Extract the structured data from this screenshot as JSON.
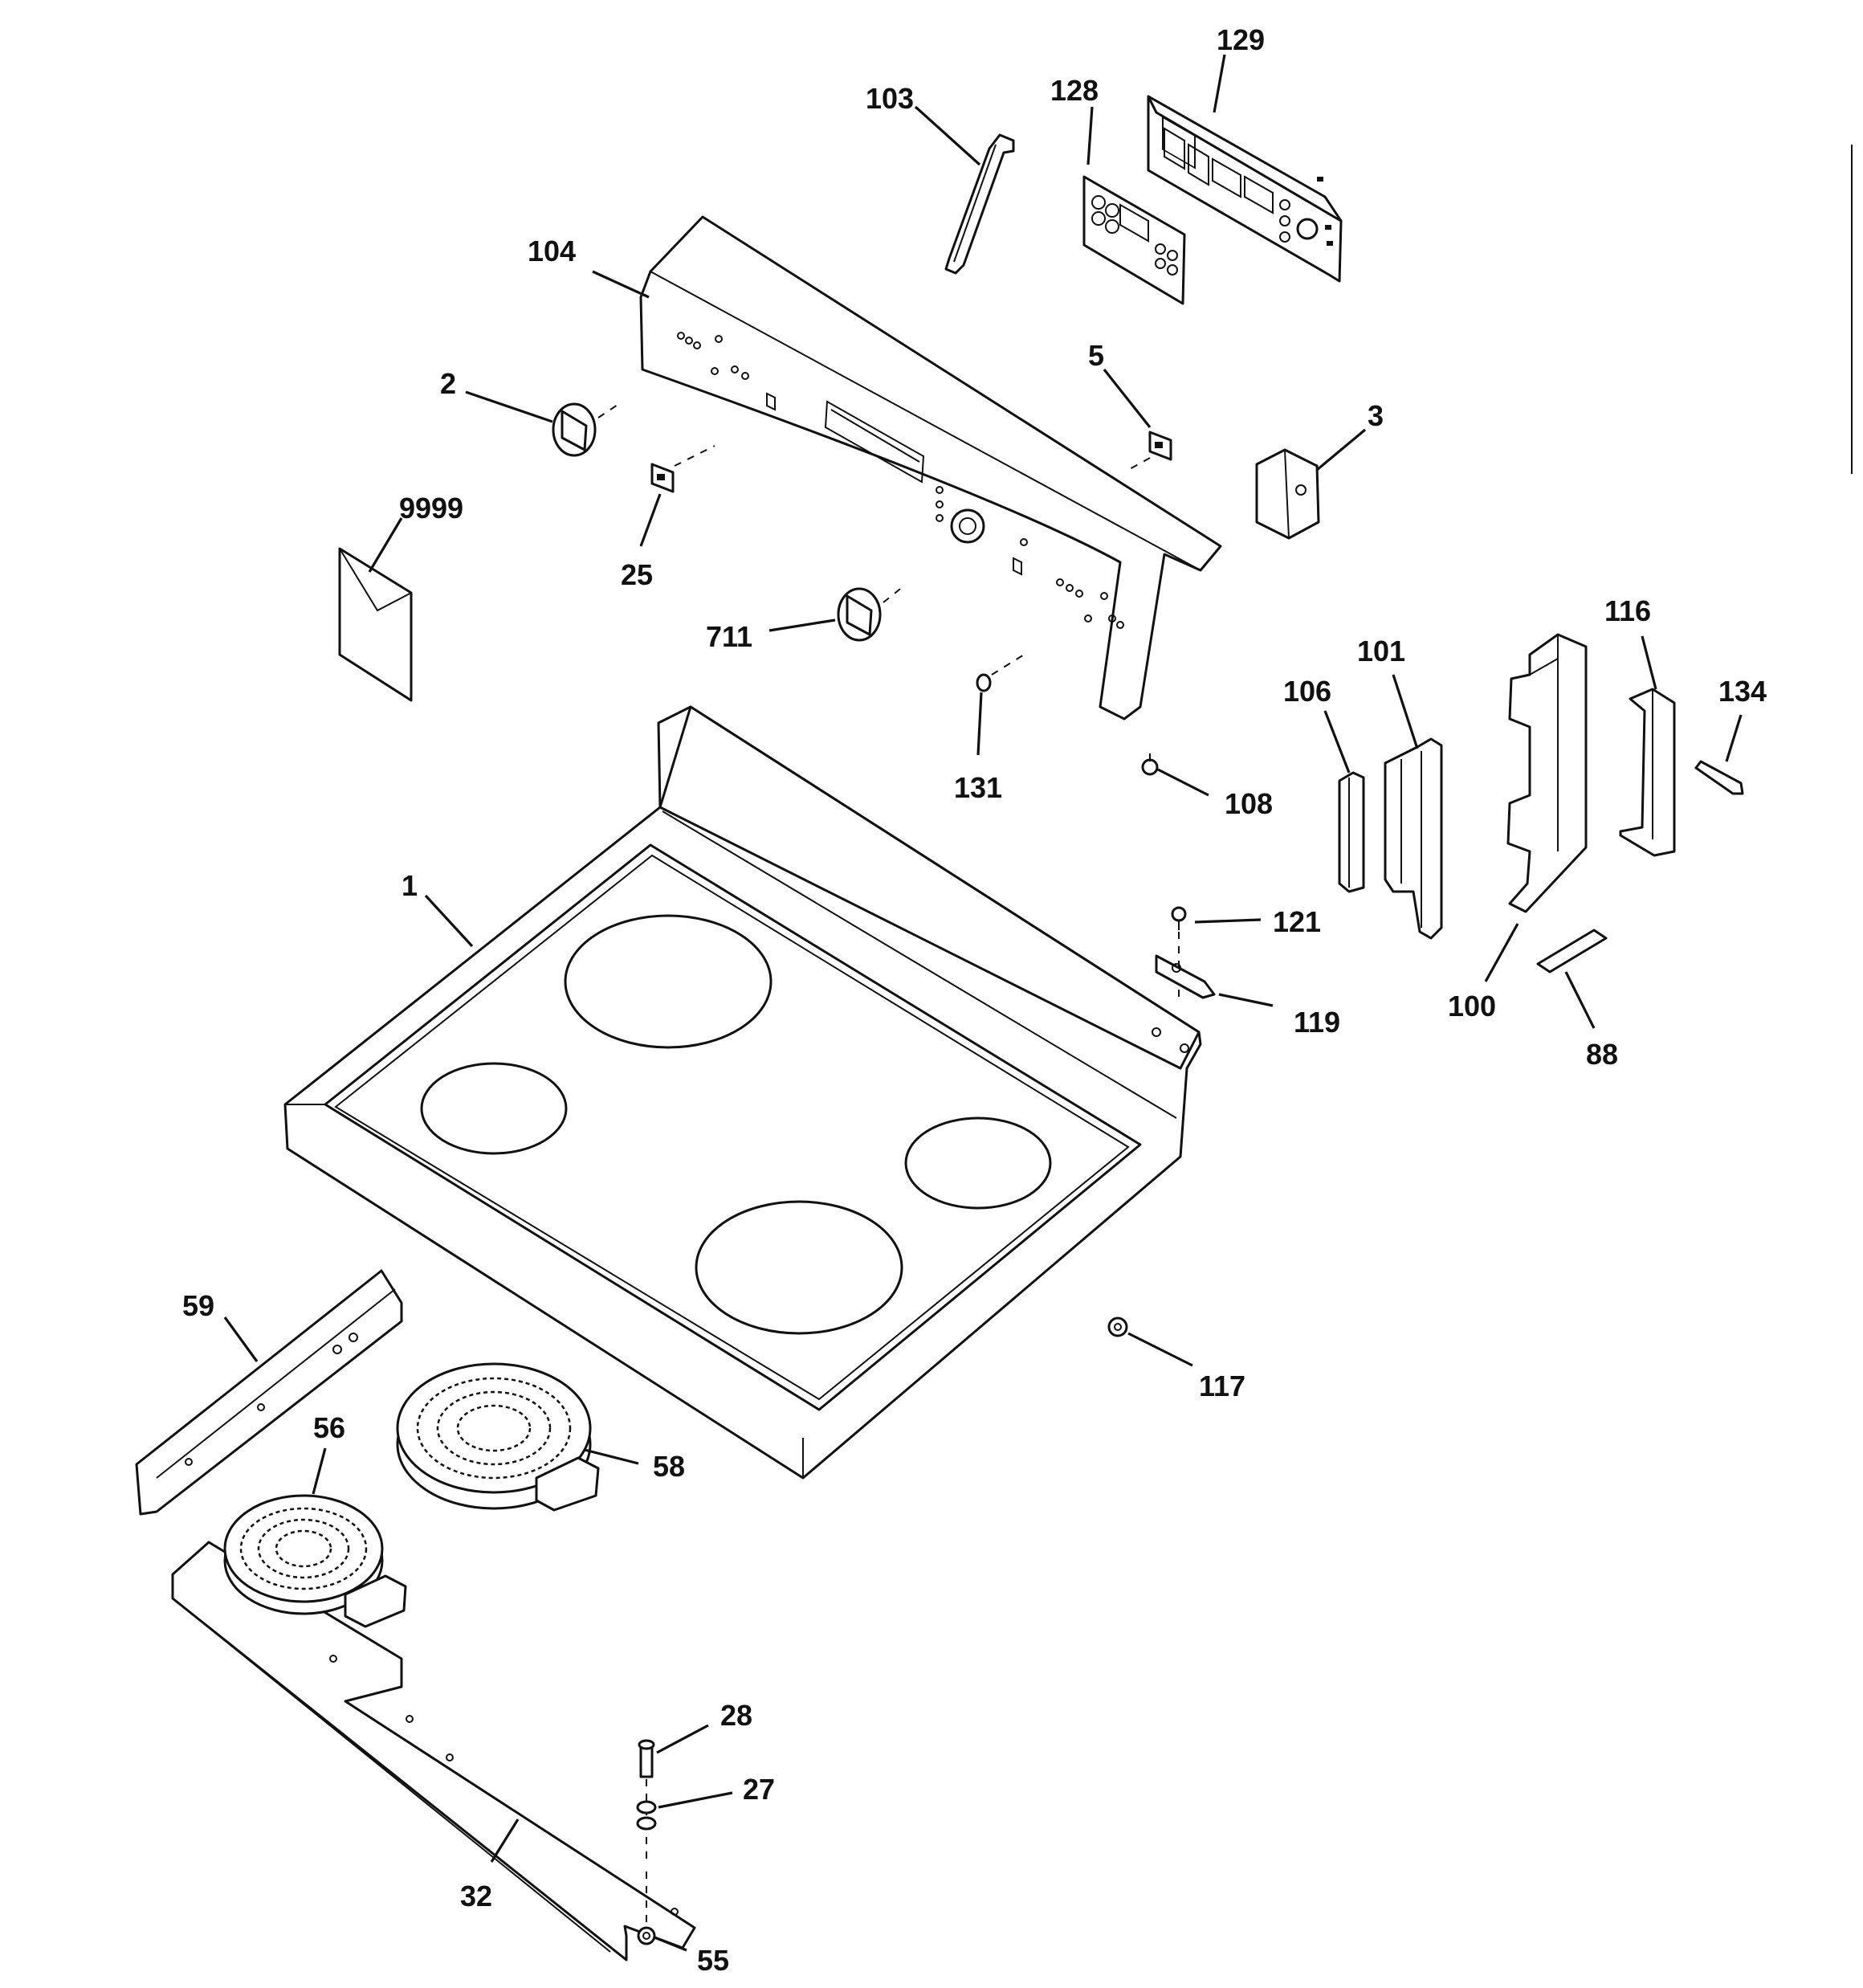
{
  "colors": {
    "line": "#111111",
    "background": "#ffffff"
  },
  "labels": {
    "p129": "129",
    "p103": "103",
    "p128": "128",
    "p104": "104",
    "p2": "2",
    "p5": "5",
    "p3": "3",
    "p9999": "9999",
    "p25": "25",
    "p711": "711",
    "p116": "116",
    "p101": "101",
    "p106": "106",
    "p134": "134",
    "p131": "131",
    "p108": "108",
    "p1": "1",
    "p121": "121",
    "p119": "119",
    "p100": "100",
    "p88": "88",
    "p59": "59",
    "p117": "117",
    "p56": "56",
    "p58": "58",
    "p28": "28",
    "p27": "27",
    "p32": "32",
    "p55": "55"
  }
}
